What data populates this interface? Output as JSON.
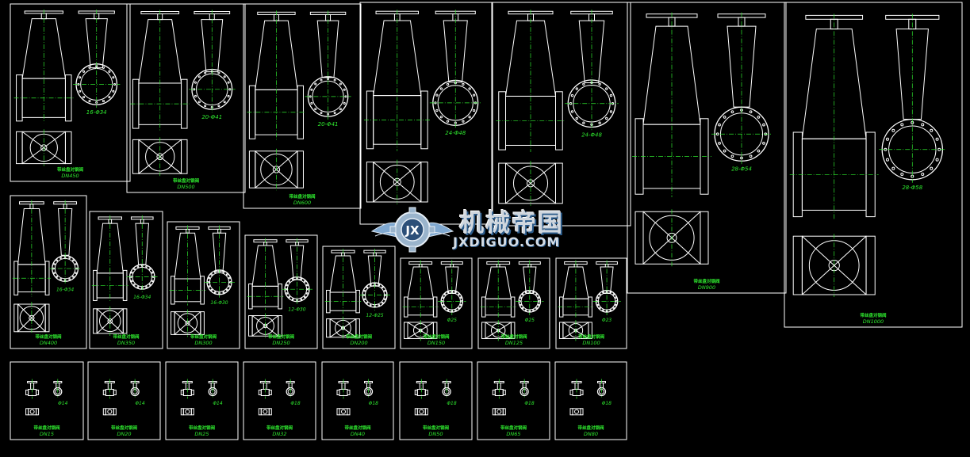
{
  "drawing": {
    "colors": {
      "line": "#ffffff",
      "center_line": "#2ee82e",
      "label": "#2ee82e",
      "background": "#000000"
    },
    "sheets": [
      {
        "title": "带丝盘对钢阀",
        "size": "DN450",
        "bolt": "16-Φ34"
      },
      {
        "title": "带丝盘对钢阀",
        "size": "DN500",
        "bolt": "20-Φ41"
      },
      {
        "title": "带丝盘对钢阀",
        "size": "DN600",
        "bolt": "20-Φ41"
      },
      {
        "title": "",
        "size": "",
        "bolt": "24-Φ48"
      },
      {
        "title": "",
        "size": "",
        "bolt": "24-Φ48"
      },
      {
        "title": "带丝盘对钢阀",
        "size": "DN900",
        "bolt": "28-Φ54"
      },
      {
        "title": "带丝盘对钢阀",
        "size": "DN1000",
        "bolt": "28-Φ58"
      },
      {
        "title": "带丝盘对钢阀",
        "size": "DN400",
        "bolt": "16-Φ34"
      },
      {
        "title": "带丝盘对钢阀",
        "size": "DN350",
        "bolt": "16-Φ34"
      },
      {
        "title": "带丝盘对钢阀",
        "size": "DN300",
        "bolt": "16-Φ30"
      },
      {
        "title": "带丝盘对钢阀",
        "size": "DN250",
        "bolt": "12-Φ30"
      },
      {
        "title": "带丝盘对钢阀",
        "size": "DN200",
        "bolt": "12-Φ25"
      },
      {
        "title": "带丝盘对钢阀",
        "size": "DN150",
        "bolt": "Φ25"
      },
      {
        "title": "带丝盘对钢阀",
        "size": "DN125",
        "bolt": "Φ25"
      },
      {
        "title": "带丝盘对钢阀",
        "size": "DN100",
        "bolt": "Φ23"
      },
      {
        "title": "带丝盘对钢阀",
        "size": "DN15",
        "bolt": "Φ14"
      },
      {
        "title": "带丝盘对钢阀",
        "size": "DN20",
        "bolt": "Φ14"
      },
      {
        "title": "带丝盘对钢阀",
        "size": "DN25",
        "bolt": "Φ14"
      },
      {
        "title": "带丝盘对钢阀",
        "size": "DN32",
        "bolt": "Φ18"
      },
      {
        "title": "带丝盘对钢阀",
        "size": "DN40",
        "bolt": "Φ18"
      },
      {
        "title": "带丝盘对钢阀",
        "size": "DN50",
        "bolt": "Φ18"
      },
      {
        "title": "带丝盘对钢阀",
        "size": "DN65",
        "bolt": "Φ18"
      },
      {
        "title": "带丝盘对钢阀",
        "size": "DN80",
        "bolt": "Φ18"
      }
    ]
  },
  "watermark": {
    "brand": "机械帝国",
    "emblem_text": "JX",
    "url": "JXDIGUO.COM"
  }
}
